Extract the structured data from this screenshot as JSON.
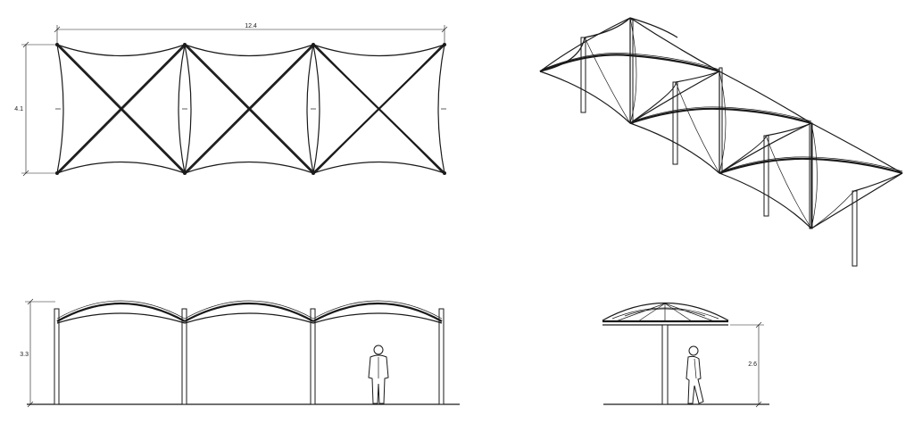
{
  "plan_view": {
    "width_dimension": "12.4",
    "depth_dimension": "4.1"
  },
  "front_elevation": {
    "height_dimension": "3.3"
  },
  "side_elevation": {
    "height_dimension": "2.6"
  }
}
